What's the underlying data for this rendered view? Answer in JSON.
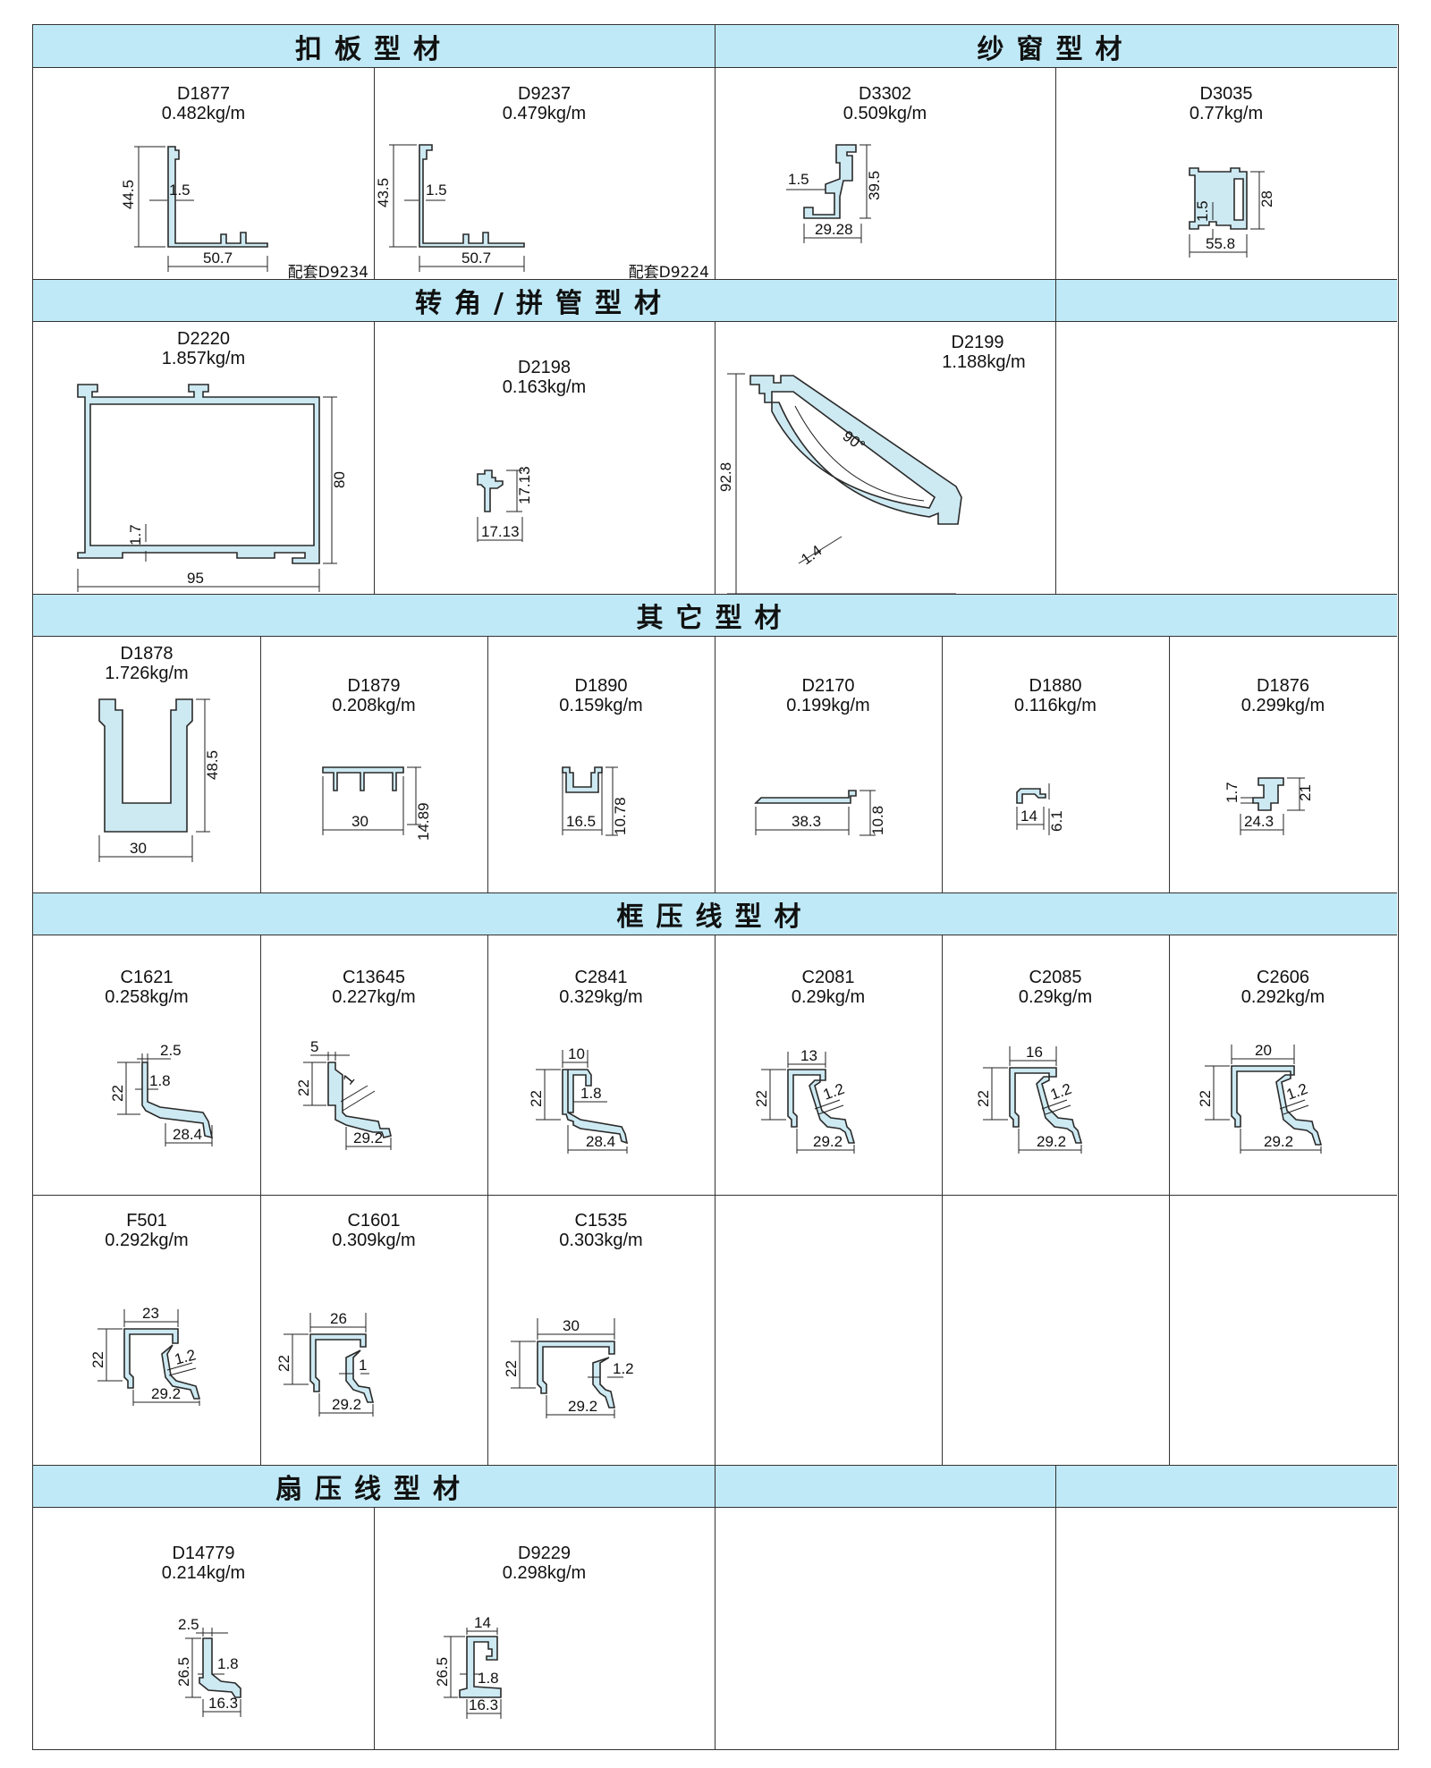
{
  "sections": {
    "koubanxingcai": "扣板型材",
    "shachuangxingcai": "纱窗型材",
    "zhuanjiao": "转角/拼管型材",
    "qita": "其它型材",
    "kuangyaxian": "框压线型材",
    "shanyaxian": "扇压线型材"
  },
  "row1": [
    {
      "code": "D1877",
      "weight": "0.482kg/m",
      "dims": [
        "44.5",
        "1.5",
        "50.7"
      ],
      "note": "配套D9234"
    },
    {
      "code": "D9237",
      "weight": "0.479kg/m",
      "dims": [
        "43.5",
        "1.5",
        "50.7"
      ],
      "note": "配套D9224"
    },
    {
      "code": "D3302",
      "weight": "0.509kg/m",
      "dims": [
        "1.5",
        "39.5",
        "29.28"
      ]
    },
    {
      "code": "D3035",
      "weight": "0.77kg/m",
      "dims": [
        "1.5",
        "28",
        "55.8"
      ]
    }
  ],
  "row2": [
    {
      "code": "D2220",
      "weight": "1.857kg/m",
      "dims": [
        "80",
        "1.7",
        "95"
      ]
    },
    {
      "code": "D2198",
      "weight": "0.163kg/m",
      "dims": [
        "17.13",
        "17.13"
      ]
    },
    {
      "code": "D2199",
      "weight": "1.188kg/m",
      "dims": [
        "92.8",
        "90°",
        "1.4"
      ]
    }
  ],
  "row3": [
    {
      "code": "D1878",
      "weight": "1.726kg/m",
      "dims": [
        "48.5",
        "30"
      ]
    },
    {
      "code": "D1879",
      "weight": "0.208kg/m",
      "dims": [
        "30",
        "14.89"
      ]
    },
    {
      "code": "D1890",
      "weight": "0.159kg/m",
      "dims": [
        "16.5",
        "10.78"
      ]
    },
    {
      "code": "D2170",
      "weight": "0.199kg/m",
      "dims": [
        "38.3",
        "10.8"
      ]
    },
    {
      "code": "D1880",
      "weight": "0.116kg/m",
      "dims": [
        "14",
        "6.1"
      ]
    },
    {
      "code": "D1876",
      "weight": "0.299kg/m",
      "dims": [
        "1.7",
        "21",
        "24.3"
      ]
    }
  ],
  "row4": [
    {
      "code": "C1621",
      "weight": "0.258kg/m",
      "dims": [
        "2.5",
        "22",
        "1.8",
        "28.4"
      ]
    },
    {
      "code": "C13645",
      "weight": "0.227kg/m",
      "dims": [
        "5",
        "22",
        "1",
        "29.2"
      ]
    },
    {
      "code": "C2841",
      "weight": "0.329kg/m",
      "dims": [
        "10",
        "22",
        "1.8",
        "28.4"
      ]
    },
    {
      "code": "C2081",
      "weight": "0.29kg/m",
      "dims": [
        "13",
        "22",
        "1.2",
        "29.2"
      ]
    },
    {
      "code": "C2085",
      "weight": "0.29kg/m",
      "dims": [
        "16",
        "22",
        "1.2",
        "29.2"
      ]
    },
    {
      "code": "C2606",
      "weight": "0.292kg/m",
      "dims": [
        "20",
        "22",
        "1.2",
        "29.2"
      ]
    }
  ],
  "row5": [
    {
      "code": "F501",
      "weight": "0.292kg/m",
      "dims": [
        "23",
        "22",
        "1.2",
        "29.2"
      ]
    },
    {
      "code": "C1601",
      "weight": "0.309kg/m",
      "dims": [
        "26",
        "22",
        "1",
        "29.2"
      ]
    },
    {
      "code": "C1535",
      "weight": "0.303kg/m",
      "dims": [
        "30",
        "22",
        "1.2",
        "29.2"
      ]
    }
  ],
  "row6": [
    {
      "code": "D14779",
      "weight": "0.214kg/m",
      "dims": [
        "2.5",
        "26.5",
        "1.8",
        "16.3"
      ]
    },
    {
      "code": "D9229",
      "weight": "0.298kg/m",
      "dims": [
        "14",
        "26.5",
        "1.8",
        "16.3"
      ]
    }
  ],
  "colors": {
    "band": "#bfe9f6",
    "profile": "#cde9f2",
    "line": "#333333"
  }
}
